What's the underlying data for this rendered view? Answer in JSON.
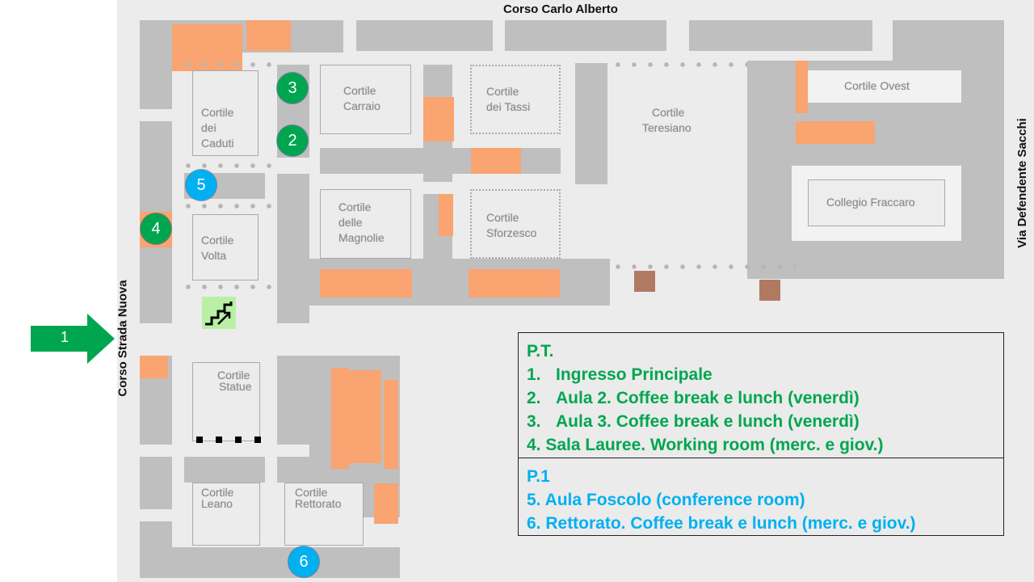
{
  "streets": {
    "top": "Corso Carlo Alberto",
    "right": "Via Defendente Sacchi",
    "left": "Corso Strada Nuova"
  },
  "courtyards": {
    "caduti": [
      "Cortile",
      "dei",
      "Caduti"
    ],
    "carraio": [
      "Cortile",
      "Carraio"
    ],
    "tassi": [
      "Cortile",
      "dei  Tassi"
    ],
    "teresiano": [
      "Cortile",
      "Teresiano"
    ],
    "ovest": [
      "Cortile  Ovest"
    ],
    "fraccaro": [
      "Collegio Fraccaro"
    ],
    "magnolie": [
      "Cortile",
      "delle",
      "Magnolie"
    ],
    "sforzesco": [
      "Cortile",
      "Sforzesco"
    ],
    "volta": [
      "Cortile",
      "Volta"
    ],
    "statue": [
      "Cortile",
      "Statue"
    ],
    "leano": [
      "Cortile",
      "Leano"
    ],
    "rettorato": [
      "Cortile",
      "Rettorato"
    ]
  },
  "markers": {
    "m1": "1",
    "m2": "2",
    "m3": "3",
    "m4": "4",
    "m5": "5",
    "m6": "6"
  },
  "colors": {
    "ground_floor": "#00a64f",
    "first_floor": "#00b0f0",
    "building": "#bfbfbf",
    "highlight": "#f9a471"
  },
  "legend": {
    "pt_title": "P.T.",
    "pt_items": [
      {
        "num": "1.",
        "text": "Ingresso Principale"
      },
      {
        "num": "2.",
        "text": "Aula 2. Coffee break e lunch (venerdì)"
      },
      {
        "num": "3.",
        "text": "Aula 3. Coffee break e lunch (venerdì)"
      },
      {
        "text": "4. Sala Lauree. Working room (merc. e giov.)"
      }
    ],
    "p1_title": "P.1",
    "p1_items": [
      "5. Aula Foscolo (conference room)",
      "6. Rettorato. Coffee break e lunch (merc. e giov.)"
    ]
  }
}
